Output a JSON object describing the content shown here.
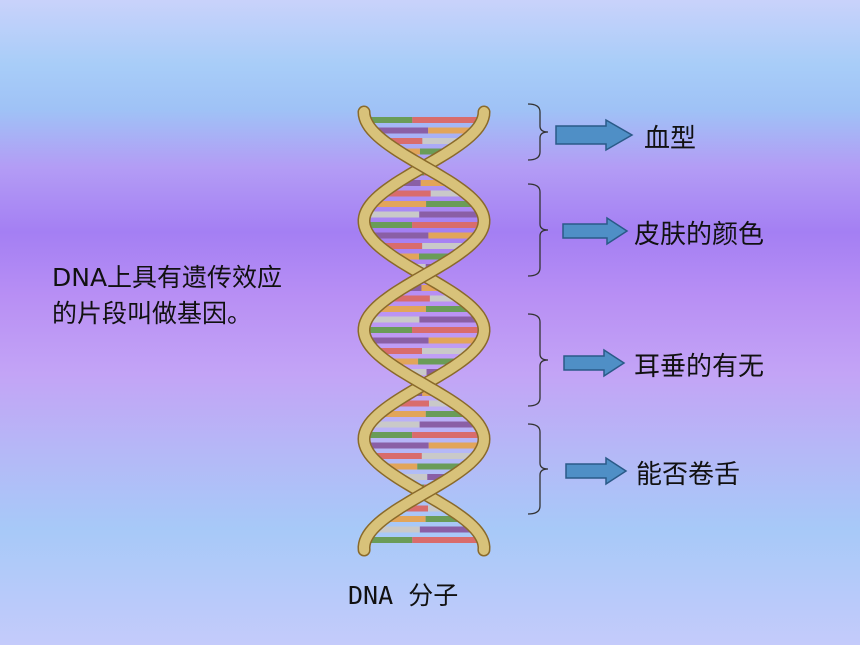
{
  "description": {
    "line1": "DNA上具有遗传效应",
    "line2": "的片段叫做基因。"
  },
  "caption": "DNA 分子",
  "traits": [
    {
      "label": "血型"
    },
    {
      "label": "皮肤的颜色"
    },
    {
      "label": "耳垂的有无"
    },
    {
      "label": "能否卷舌"
    }
  ],
  "colors": {
    "arrow_fill": "#4f8fc6",
    "arrow_stroke": "#2a5a88",
    "backbone": "#d8c27a",
    "rung_palette": [
      "#6a9c58",
      "#8a5fa6",
      "#d96c6c",
      "#e2a55a",
      "#c9c9c9"
    ]
  }
}
